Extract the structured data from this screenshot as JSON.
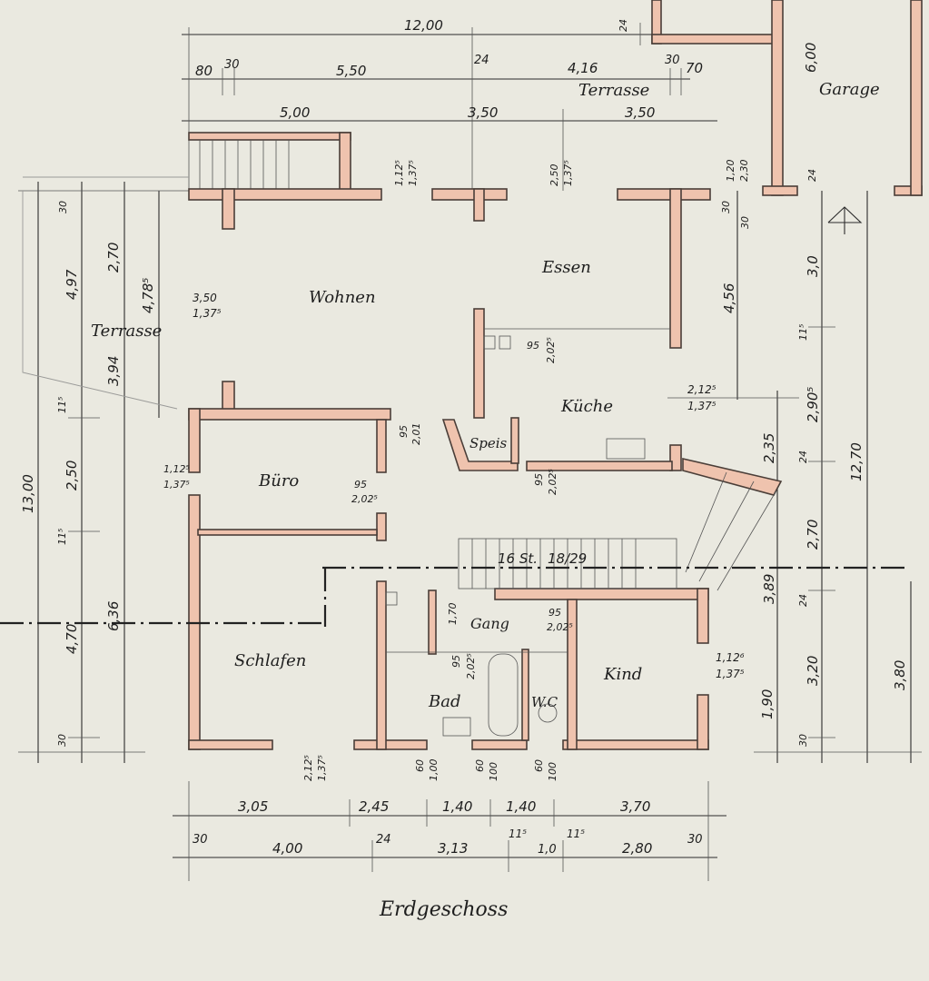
{
  "title": "Erdgeschoss",
  "colors": {
    "wall_fill": "#efc3ae",
    "wall_outline": "#4a3e38",
    "paper": "#eae9e0",
    "ink": "#1e1e1e"
  },
  "rooms": {
    "wohnen": "Wohnen",
    "essen": "Essen",
    "kueche": "Küche",
    "speis": "Speis",
    "buero": "Büro",
    "schlafen": "Schlafen",
    "gang": "Gang",
    "bad": "Bad",
    "wc": "W.C",
    "kind": "Kind",
    "terrasse_top": "Terrasse",
    "terrasse_left": "Terrasse",
    "garage": "Garage"
  },
  "stairs": {
    "label_steps": "16 St.",
    "label_ratio": "18/29"
  },
  "dims_top": {
    "total": "12,00",
    "w24a": "24",
    "d80": "80",
    "d30a": "30",
    "d550": "5,50",
    "d24b": "24",
    "d416": "4,16",
    "d30b": "30",
    "d70": "70",
    "d500": "5,00",
    "d350a": "3,50",
    "d350b": "3,50",
    "garage600": "6,00",
    "garage24": "24",
    "d120": "1,20",
    "d230": "2,30",
    "d30c": "30"
  },
  "windows": {
    "wohnen_top_a": "1,12⁵",
    "wohnen_top_b": "1,37⁵",
    "essen_top_a": "2,50",
    "essen_top_b": "1,37⁵",
    "wohnen_left_a": "3,50",
    "wohnen_left_b": "1,37⁵",
    "kueche_right_a": "2,12⁵",
    "kueche_right_b": "1,37⁵",
    "buero_left_a": "1,12⁵",
    "buero_left_b": "1,37⁵",
    "kind_right_a": "1,12⁶",
    "kind_right_b": "1,37⁵",
    "schlafen_bottom_a": "2,12⁵",
    "schlafen_bottom_b": "1,37⁵",
    "bad1_a": "60",
    "bad1_b": "1,00",
    "bad2_a": "60",
    "bad2_b": "100",
    "wc_a": "60",
    "wc_b": "100"
  },
  "doors": {
    "wohnen_a": "95",
    "wohnen_b": "2,01",
    "kueche_a": "95",
    "kueche_b": "2,02⁵",
    "kueche2_a": "95",
    "kueche2_b": "2,02⁵",
    "buero_a": "95",
    "buero_b": "2,02⁵",
    "kind_a": "95",
    "kind_b": "2,02⁵",
    "bad_a": "95",
    "bad_b": "2,02⁵",
    "gang_h": "1,70"
  },
  "dims_left": {
    "d30a": "30",
    "d270": "2,70",
    "d497": "4,97",
    "d478": "4,78⁵",
    "d394": "3,94",
    "d115a": "11⁵",
    "d1300": "13,00",
    "d250": "2,50",
    "d115b": "11⁵",
    "d470": "4,70",
    "d636": "6,36",
    "d30b": "30"
  },
  "dims_right": {
    "d30": "30",
    "d456": "4,56",
    "d30m": "3,0",
    "d115": "11⁵",
    "d2905": "2,90⁵",
    "d235": "2,35",
    "d24a": "24",
    "d1270": "12,70",
    "d270": "2,70",
    "d389": "3,89",
    "d24b": "24",
    "d320": "3,20",
    "d190": "1,90",
    "d380": "3,80",
    "d30b": "30"
  },
  "dims_bottom": {
    "d305": "3,05",
    "d245": "2,45",
    "d140a": "1,40",
    "d140b": "1,40",
    "d370": "3,70",
    "d30a": "30",
    "d400": "4,00",
    "d24": "24",
    "d313": "3,13",
    "d115a": "11⁵",
    "d10": "1,0",
    "d115b": "11⁵",
    "d280": "2,80",
    "d30b": "30"
  }
}
